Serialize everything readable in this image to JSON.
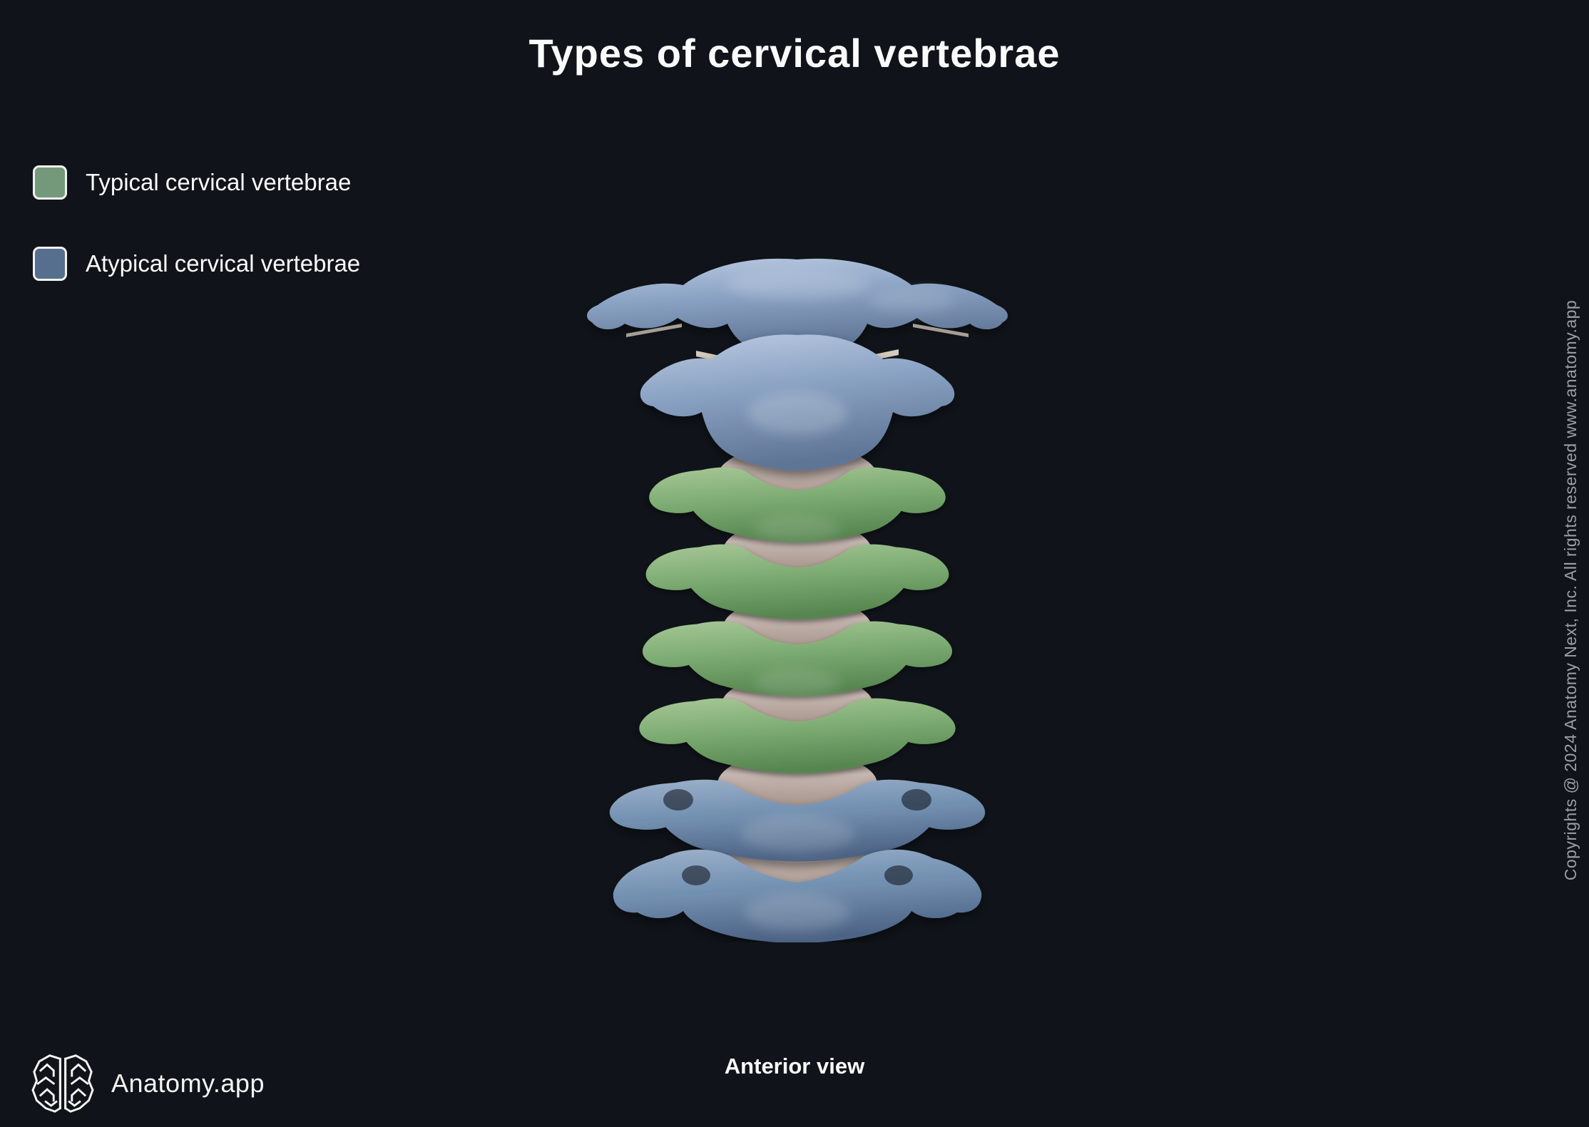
{
  "page": {
    "title": "Types of cervical vertebrae",
    "caption": "Anterior view"
  },
  "legend": {
    "items": [
      {
        "label": "Typical cervical vertebrae",
        "color": "#74997a"
      },
      {
        "label": "Atypical cervical vertebrae",
        "color": "#566f8e"
      }
    ]
  },
  "figure": {
    "description": "3D render of the cervical spine in anterior view; atlas and axis at top and the lowest vertebra are colored blue (atypical), middle vertebrae colored green (typical), with beige intervertebral discs",
    "view_label": "Anterior view"
  },
  "branding": {
    "name": "Anatomy.app",
    "logo": "brain-logo-icon"
  },
  "watermark": {
    "text": "Copyrights @ 2024 Anatomy Next, Inc. All rights reserved www.anatomy.app"
  },
  "colors": {
    "background": "#10141a",
    "title_text": "#fafbfc",
    "legend_typical_green": "#74997a",
    "legend_atypical_blue": "#566f8e",
    "bone_blue_upper": "#8ba3c4",
    "bone_blue_lower": "#67809f",
    "bone_green": "#7cab72",
    "disc_beige": "#b5a49e",
    "watermark_text": "#9aa0a3"
  }
}
